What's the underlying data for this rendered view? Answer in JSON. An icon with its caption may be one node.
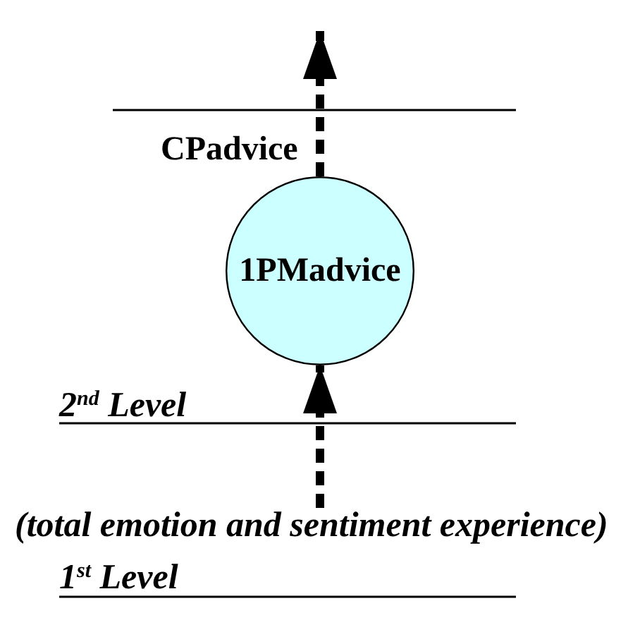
{
  "diagram": {
    "nodes": [
      {
        "text": [
          "1PMadvice"
        ]
      },
      {
        "text": [
          "(total emotion and sentiment experience)"
        ]
      }
    ],
    "edges": [
      {
        "from": 1,
        "to": 0,
        "arrow": "to",
        "style": "dashed"
      },
      {
        "from": 0,
        "to": null,
        "arrow": "to",
        "label": "CPadvice",
        "style": "dashed"
      }
    ],
    "labels": [
      "2$^{nd}$ Level",
      "1$^{st}$ Level"
    ]
  }
}
